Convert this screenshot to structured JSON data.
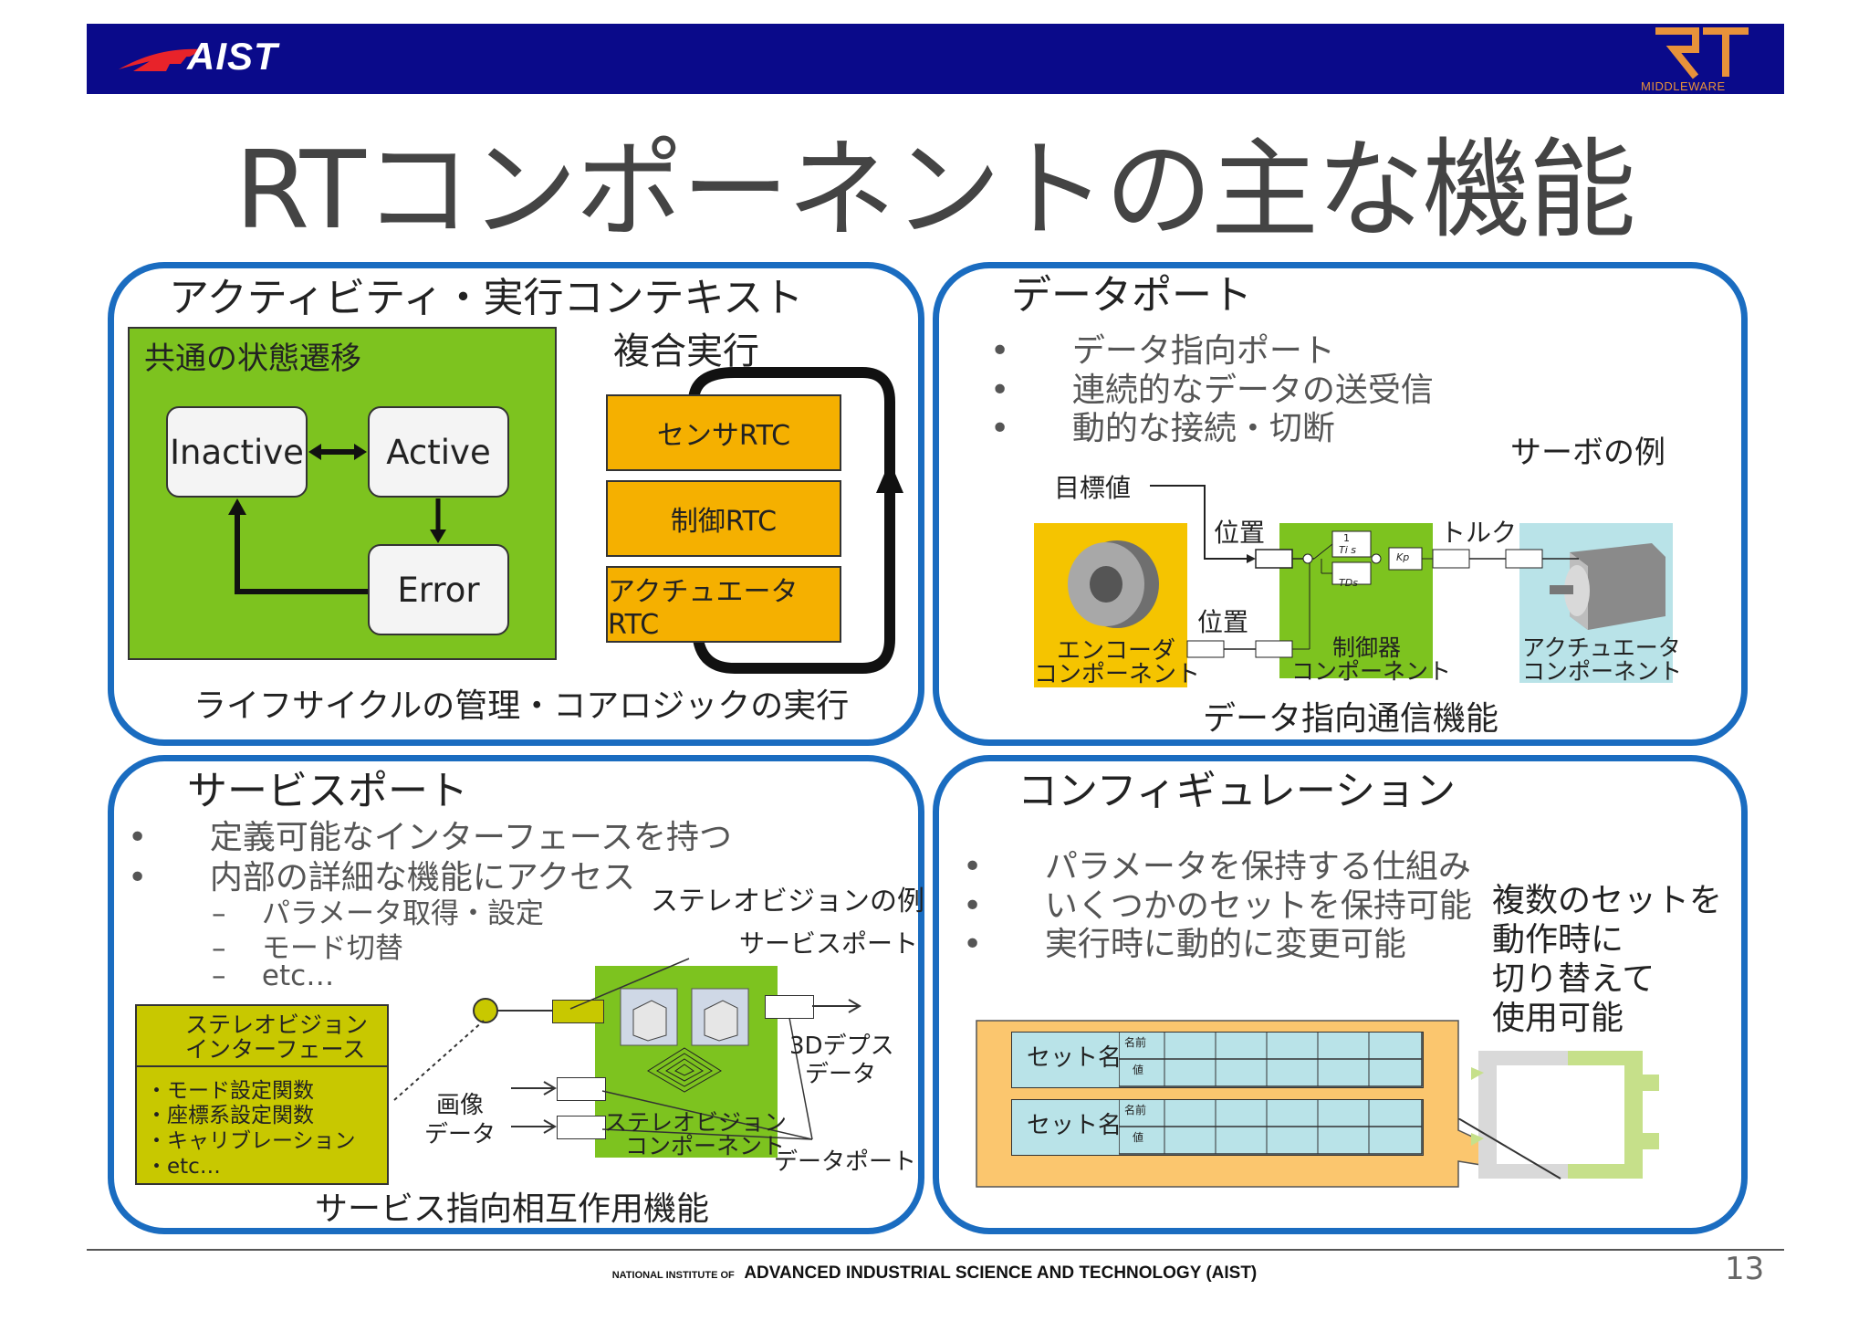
{
  "header": {
    "logo_text": "AIST",
    "rt_logo_sub": "MIDDLEWARE"
  },
  "title": "RTコンポーネントの主な機能",
  "panel_activity": {
    "title": "アクティビティ・実行コンテキスト",
    "common_state": "共通の状態遷移",
    "states": {
      "inactive": "Inactive",
      "active": "Active",
      "error": "Error"
    },
    "composite_label": "複合実行",
    "rtcs": [
      "センサRTC",
      "制御RTC",
      "アクチュエータRTC"
    ],
    "caption": "ライフサイクルの管理・コアロジックの実行"
  },
  "panel_dataport": {
    "title": "データポート",
    "bullets": [
      "データ指向ポート",
      "連続的なデータの送受信",
      "動的な接続・切断"
    ],
    "servo_example": "サーボの例",
    "target_label": "目標値",
    "position_label_1": "位置",
    "position_label_2": "位置",
    "torque_label": "トルク",
    "encoder_label": [
      "エンコーダ",
      "コンポーネント"
    ],
    "controller_label": [
      "制御器",
      "コンポーネント"
    ],
    "actuator_label": [
      "アクチュエータ",
      "コンポーネント"
    ],
    "ctrl_block": {
      "ti_s": "Ti s",
      "tds": "TDs",
      "kp": "Kp",
      "one": "1"
    },
    "caption": "データ指向通信機能"
  },
  "panel_service": {
    "title": "サービスポート",
    "bullets": [
      "定義可能なインターフェースを持つ",
      "内部の詳細な機能にアクセス"
    ],
    "subbullets": [
      "パラメータ取得・設定",
      "モード切替",
      "etc…"
    ],
    "stereo_example": "ステレオビジョンの例",
    "service_port_label": "サービスポート",
    "interface_title": [
      "ステレオビジョン",
      "インターフェース"
    ],
    "interface_items": [
      "・モード設定関数",
      "・座標系設定関数",
      "・キャリブレーション",
      "・etc…"
    ],
    "image_data_label": [
      "画像",
      "データ"
    ],
    "depth_data_label": [
      "3Dデプス",
      "データ"
    ],
    "component_label": [
      "ステレオビジョン",
      "コンポーネント"
    ],
    "data_port_label": "データポート",
    "caption": "サービス指向相互作用機能"
  },
  "panel_config": {
    "title": "コンフィギュレーション",
    "bullets": [
      "パラメータを保持する仕組み",
      "いくつかのセットを保持可能",
      "実行時に動的に変更可能"
    ],
    "side_note": [
      "複数のセットを",
      "動作時に",
      "切り替えて",
      "使用可能"
    ],
    "set_label": "セット名",
    "name_label": "名前",
    "value_label": "値"
  },
  "footer": {
    "prefix": "NATIONAL INSTITUTE OF",
    "main": "ADVANCED INDUSTRIAL SCIENCE AND TECHNOLOGY (AIST)",
    "page_number": "13"
  },
  "colors": {
    "header_bg": "#0a0a8a",
    "panel_border": "#1a6cc0",
    "green": "#7dc31f",
    "orange": "#f5b000",
    "olive": "#c8c800",
    "light_blue": "#b9e3e8",
    "peach": "#fbc66e"
  }
}
